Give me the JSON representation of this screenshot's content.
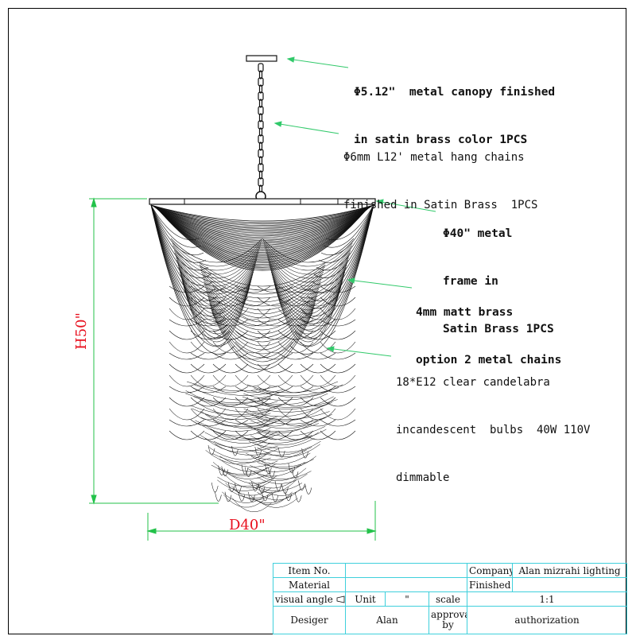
{
  "callouts": {
    "canopy": [
      "Φ5.12\"  metal canopy finished",
      "in satin brass color 1PCS"
    ],
    "chains": [
      "Φ6mm L12' metal hang chains",
      "finished in Satin Brass  1PCS"
    ],
    "frame": [
      "Φ40\" metal",
      "frame in",
      "Satin Brass 1PCS"
    ],
    "drape": [
      "4mm matt brass",
      "option 2 metal chains"
    ],
    "bulbs": [
      "18*E12 clear candelabra",
      "incandescent  bulbs  40W 110V",
      "dimmable"
    ]
  },
  "dimensions": {
    "height": "H50\"",
    "diameter": "D40\""
  },
  "title_block": {
    "item_no_label": "Item No.",
    "item_no_value": "",
    "company_label": "Company",
    "company_value": "Alan mizrahi lighting",
    "material_label": "Material",
    "material_value": "",
    "finished_label": "Finished",
    "finished_value": "",
    "visual_angle_label": "visual angle",
    "unit_label": "Unit",
    "unit_value": "\"",
    "scale_label": "scale",
    "scale_value": "1:1",
    "designer_label": "Desiger",
    "designer_value": "Alan",
    "approval_label": [
      "approval",
      "by"
    ],
    "authorization_label": "authorization"
  },
  "colors": {
    "leader": "#31c96a",
    "dimension": "#23c24a",
    "dimension_text": "#e8101e",
    "table_rule": "#3fd0dc",
    "drawing": "#111111"
  }
}
